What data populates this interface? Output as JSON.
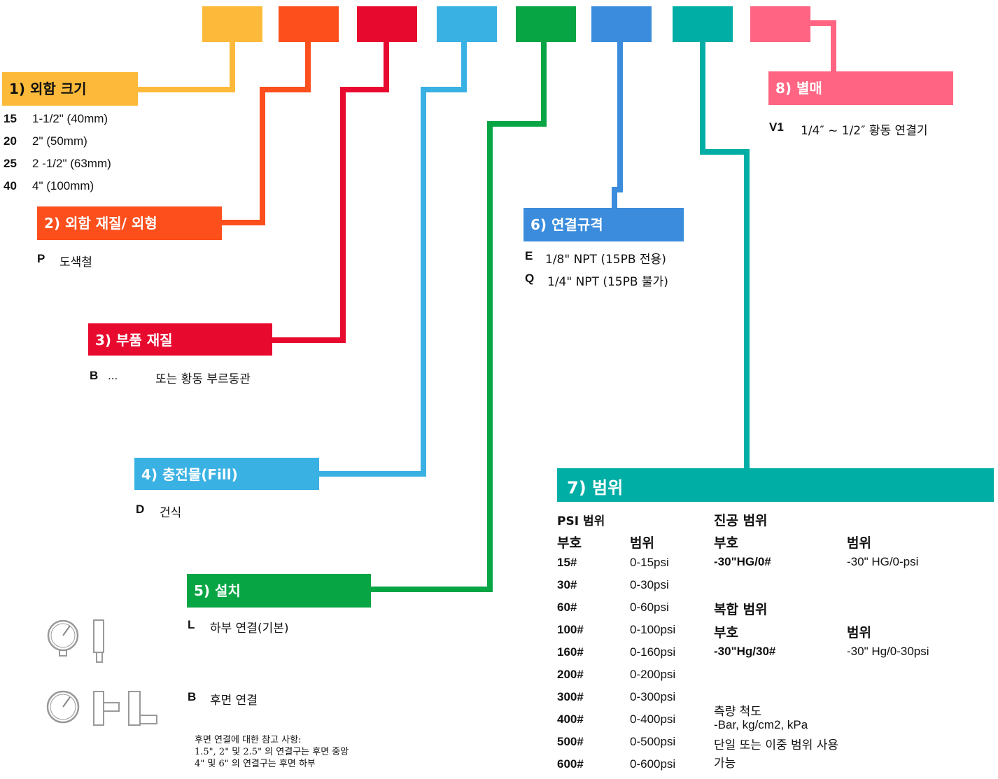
{
  "colors": {
    "c1": "#FDBA3A",
    "c2": "#FC4F1C",
    "c3": "#E8092E",
    "c4": "#3AB1E3",
    "c5": "#07A544",
    "c6": "#3B8CDC",
    "c7": "#00AEA6",
    "c8": "#FF6582"
  },
  "s1": {
    "title": "1) 외함 크기",
    "items": [
      {
        "code": "15",
        "text": "1-1/2\" (40mm)"
      },
      {
        "code": "20",
        "text": "2\" (50mm)"
      },
      {
        "code": "25",
        "text": "2 -1/2\" (63mm)"
      },
      {
        "code": "40",
        "text": "4\" (100mm)"
      }
    ]
  },
  "s2": {
    "title": "2) 외함 재질/ 외형",
    "code": "P",
    "text": "도색철"
  },
  "s3": {
    "title": "3) 부품 재질",
    "code": "B",
    "ellipsis": "...",
    "text": "또는 황동 부르동관"
  },
  "s4": {
    "title": "4) 충전물(Fill)",
    "code": "D",
    "text": "건식"
  },
  "s5": {
    "title": "5) 설치",
    "l_code": "L",
    "l_text": "하부 연결(기본)",
    "b_code": "B",
    "b_text": "후면 연결",
    "note": [
      "후면 연결에 대한 참고 사항:",
      "1.5\", 2\" 및 2.5\" 의 연결구는 후면 중앙",
      "4\" 및 6\" 의 연결구는 후면 하부"
    ]
  },
  "s6": {
    "title": "6) 연결규격",
    "items": [
      {
        "code": "E",
        "text": "1/8\" NPT (15PB 전용)"
      },
      {
        "code": "Q",
        "text": "1/4\" NPT (15PB 불가)"
      }
    ]
  },
  "s7": {
    "title": "7) 범위",
    "psi_title": "PSI 범위",
    "col_code": "부호",
    "col_range": "범위",
    "psi_rows": [
      {
        "code": "15#",
        "range": "0-15psi"
      },
      {
        "code": "30#",
        "range": "0-30psi"
      },
      {
        "code": "60#",
        "range": "0-60psi"
      },
      {
        "code": "100#",
        "range": "0-100psi"
      },
      {
        "code": "160#",
        "range": "0-160psi"
      },
      {
        "code": "200#",
        "range": "0-200psi"
      },
      {
        "code": "300#",
        "range": "0-300psi"
      },
      {
        "code": "400#",
        "range": "0-400psi"
      },
      {
        "code": "500#",
        "range": "0-500psi"
      },
      {
        "code": "600#",
        "range": "0-600psi"
      }
    ],
    "vac_title": "진공 범위",
    "vac_code": "-30\"HG/0#",
    "vac_range": "-30\" HG/0-psi",
    "comp_title": "복합 범위",
    "comp_code": "-30\"Hg/30#",
    "comp_range": "-30\" Hg/0-30psi",
    "scale_title": "측량 척도",
    "scale_units": "-Bar, kg/cm2, kPa",
    "scale_note1": "단일 또는 이중 범위 사용",
    "scale_note2": "가능"
  },
  "s8": {
    "title": "8) 별매",
    "code": "V1",
    "text": "1/4″ ~ 1/2″ 황동 연결기"
  }
}
